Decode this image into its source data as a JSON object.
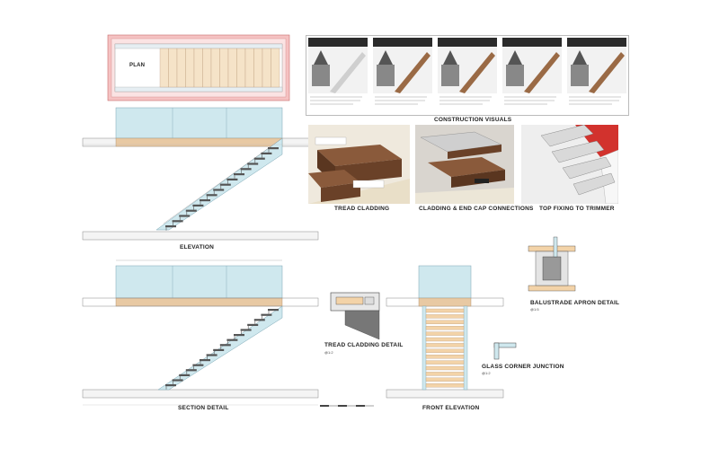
{
  "sheet": {
    "titles": {
      "plan": "PLAN",
      "elevation": "ELEVATION",
      "section_detail": "SECTION DETAIL",
      "front_elevation": "FRONT ELEVATION",
      "construction_visuals": "CONSTRUCTION VISUALS",
      "tread_cladding": "TREAD CLADDING",
      "cladding_end_cap": "CLADDING & END CAP CONNECTIONS",
      "top_fixing": "TOP FIXING TO TRIMMER",
      "tread_cladding_detail": "TREAD CLADDING DETAIL",
      "tread_cladding_detail_scale": "@1:2",
      "glass_corner_junction": "GLASS CORNER JUNCTION",
      "glass_corner_junction_scale": "@1:2",
      "balustrade_apron_detail": "BALUSTRADE APRON DETAIL",
      "balustrade_apron_detail_scale": "@1:5"
    },
    "colors": {
      "glass": "#cfe8ee",
      "timber": "#e8c9a3",
      "tread": "#f3d3a8",
      "steel": "#555555",
      "plan_border": "#e7a3a3",
      "floor": "#f1f1f1",
      "red_trim": "#d2322d"
    },
    "icons": [
      "scale-bar-icon",
      "north-arrow-icon"
    ]
  }
}
